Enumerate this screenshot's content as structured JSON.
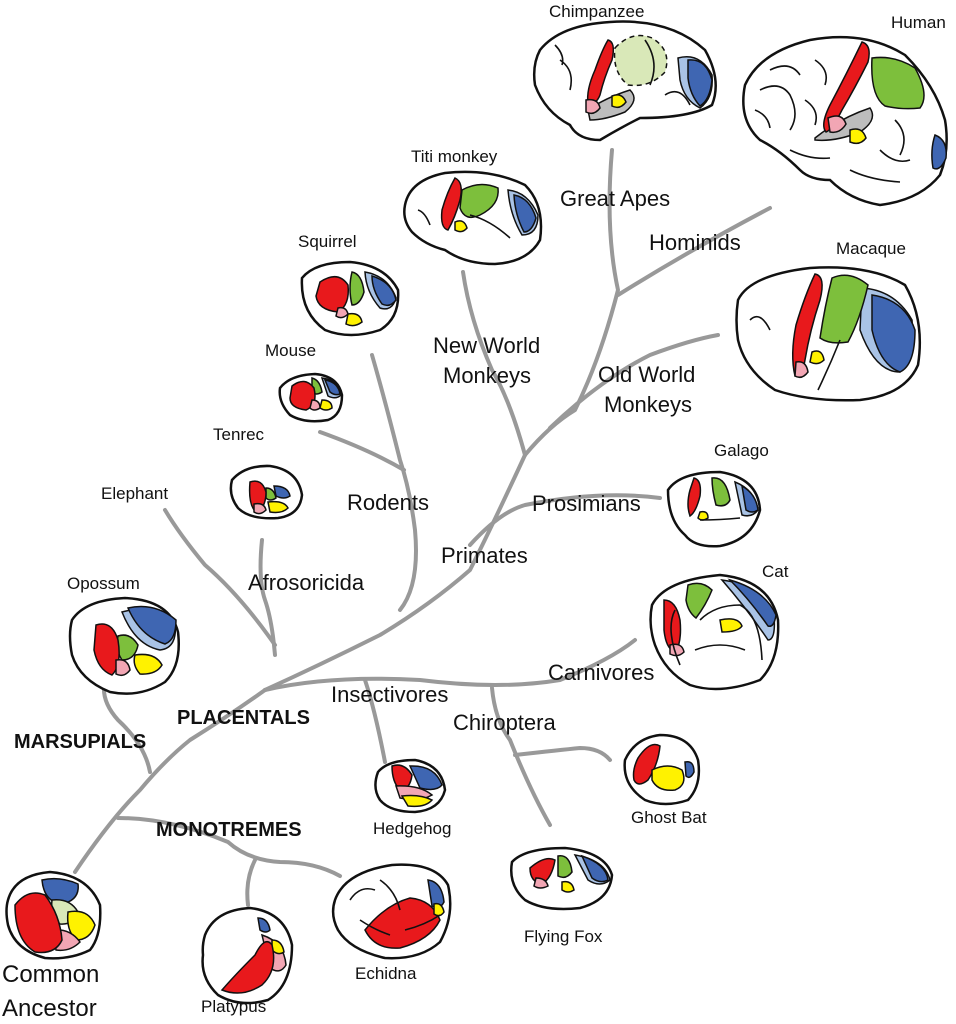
{
  "colors": {
    "branch": "#999999",
    "somatosensory": "#e8191c",
    "somatosensory_secondary": "#f2a6b4",
    "auditory": "#fff200",
    "visual": "#3f66b2",
    "visual_secondary": "#a9c3e6",
    "posterior_parietal": "#7dbf3c",
    "posterior_parietal_light": "#d9e8b8",
    "insula": "#bdbdbd"
  },
  "species": {
    "chimpanzee": "Chimpanzee",
    "human": "Human",
    "titi_monkey": "Titi monkey",
    "squirrel": "Squirrel",
    "macaque": "Macaque",
    "mouse": "Mouse",
    "tenrec": "Tenrec",
    "galago": "Galago",
    "elephant": "Elephant",
    "opossum": "Opossum",
    "cat": "Cat",
    "ghost_bat": "Ghost Bat",
    "hedgehog": "Hedgehog",
    "flying_fox": "Flying Fox",
    "echidna": "Echidna",
    "platypus": "Platypus",
    "common_ancestor_1": "Common",
    "common_ancestor_2": "Ancestor"
  },
  "clades": {
    "great_apes": "Great Apes",
    "hominids": "Hominids",
    "new_world_1": "New World",
    "new_world_2": "Monkeys",
    "old_world_1": "Old World",
    "old_world_2": "Monkeys",
    "rodents": "Rodents",
    "prosimians": "Prosimians",
    "primates": "Primates",
    "afrosoricida": "Afrosoricida",
    "carnivores": "Carnivores",
    "insectivores": "Insectivores",
    "chiroptera": "Chiroptera"
  },
  "groups": {
    "placentals": "PLACENTALS",
    "marsupials": "MARSUPIALS",
    "monotremes": "MONOTREMES"
  }
}
